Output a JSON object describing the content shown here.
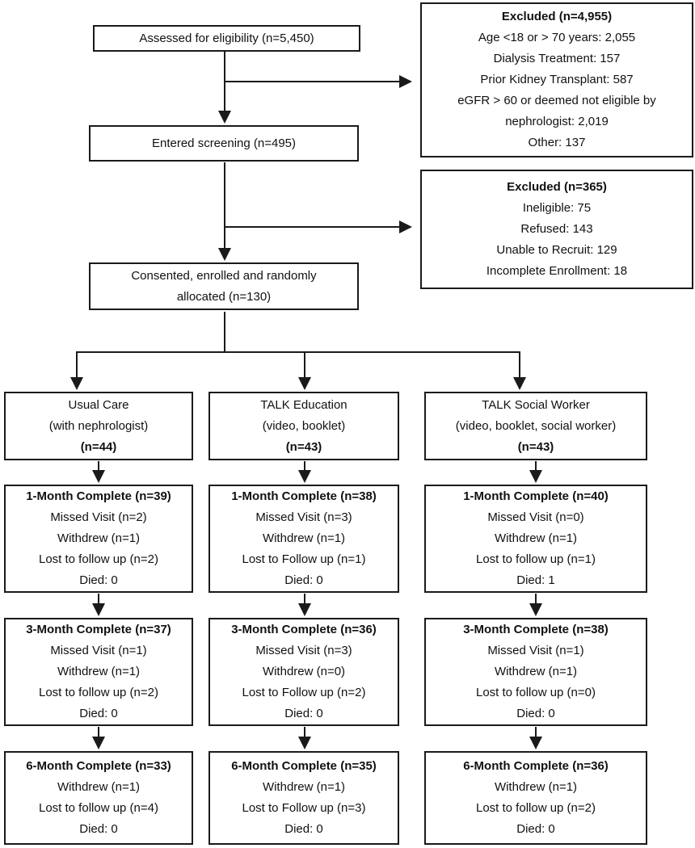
{
  "diagram": {
    "assessed": {
      "text": "Assessed for eligibility (n=5,450)"
    },
    "excluded_screening": {
      "title": "Excluded (n=4,955)",
      "lines": [
        "Age <18 or > 70 years: 2,055",
        "Dialysis Treatment: 157",
        "Prior Kidney Transplant: 587",
        "eGFR > 60 or deemed not eligible by nephrologist: 2,019",
        "Other: 137"
      ]
    },
    "entered": {
      "text": "Entered screening (n=495)"
    },
    "excluded_enrollment": {
      "title": "Excluded (n=365)",
      "lines": [
        "Ineligible: 75",
        "Refused: 143",
        "Unable to Recruit: 129",
        "Incomplete Enrollment: 18"
      ]
    },
    "consented": {
      "line1": "Consented, enrolled and randomly",
      "line2": "allocated (n=130)"
    },
    "arms": [
      {
        "name_line1": "Usual Care",
        "name_line2": "(with nephrologist)",
        "n": "(n=44)",
        "month1": {
          "title": "1-Month Complete (n=39)",
          "lines": [
            "Missed Visit (n=2)",
            "Withdrew (n=1)",
            "Lost to follow up (n=2)",
            "Died: 0"
          ]
        },
        "month3": {
          "title": "3-Month Complete (n=37)",
          "lines": [
            "Missed Visit (n=1)",
            "Withdrew (n=1)",
            "Lost to follow up (n=2)",
            "Died: 0"
          ]
        },
        "month6": {
          "title": "6-Month Complete (n=33)",
          "lines": [
            "Withdrew (n=1)",
            "Lost to follow up (n=4)",
            "Died: 0"
          ]
        }
      },
      {
        "name_line1": "TALK Education",
        "name_line2": "(video, booklet)",
        "n": "(n=43)",
        "month1": {
          "title": "1-Month Complete (n=38)",
          "lines": [
            "Missed Visit (n=3)",
            "Withdrew (n=1)",
            "Lost to Follow up (n=1)",
            "Died: 0"
          ]
        },
        "month3": {
          "title": "3-Month Complete (n=36)",
          "lines": [
            "Missed Visit (n=3)",
            "Withdrew (n=0)",
            "Lost to Follow up (n=2)",
            "Died: 0"
          ]
        },
        "month6": {
          "title": "6-Month Complete (n=35)",
          "lines": [
            "Withdrew (n=1)",
            "Lost to Follow up (n=3)",
            "Died: 0"
          ]
        }
      },
      {
        "name_line1": "TALK Social Worker",
        "name_line2": "(video, booklet, social worker)",
        "n": "(n=43)",
        "month1": {
          "title": "1-Month Complete (n=40)",
          "lines": [
            "Missed Visit (n=0)",
            "Withdrew (n=1)",
            "Lost to follow up (n=1)",
            "Died: 1"
          ]
        },
        "month3": {
          "title": "3-Month Complete (n=38)",
          "lines": [
            "Missed Visit (n=1)",
            "Withdrew (n=1)",
            "Lost to follow up (n=0)",
            "Died: 0"
          ]
        },
        "month6": {
          "title": "6-Month Complete (n=36)",
          "lines": [
            "Withdrew (n=1)",
            "Lost to follow up (n=2)",
            "Died: 0"
          ]
        }
      }
    ]
  }
}
